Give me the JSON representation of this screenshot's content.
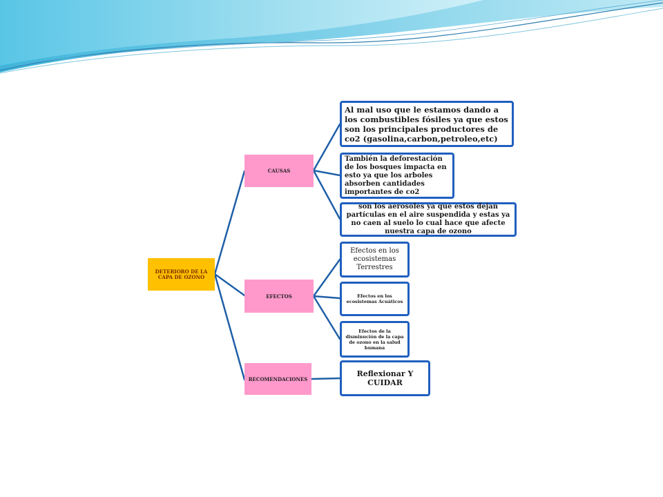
{
  "diagram": {
    "root": {
      "label": "DETERIORO DE LA CAPA DE OZONO"
    },
    "categories": [
      {
        "label": "CAUSAS",
        "items": [
          "Al mal uso que le estamos dando a los combustibles fósiles ya que estos son los principales productores de co2 (gasolina,carbon,petroleo,etc)",
          "También la deforestación de los bosques impacta en esto ya que los arboles absorben cantidades importantes de co2",
          "son los aerosoles ya que estos dejan partículas en el aire suspendida y estas ya no caen al suelo lo cual hace que afecte nuestra capa de ozono"
        ]
      },
      {
        "label": "EFECTOS",
        "items": [
          "Efectos en los ecosistemas Terrestres",
          "Efectos en los ecosistemas Acuáticos",
          "Efectos de la disminución de la capa de ozono en la salud humana"
        ]
      },
      {
        "label": "RECOMENDACIONES",
        "items": [
          "Reflexionar Y CUIDAR"
        ]
      }
    ]
  },
  "colors": {
    "root_fill": "#ffc000",
    "category_fill": "#ff99cc",
    "leaf_border": "#1f5fbf",
    "connector": "#1f5fa8"
  }
}
